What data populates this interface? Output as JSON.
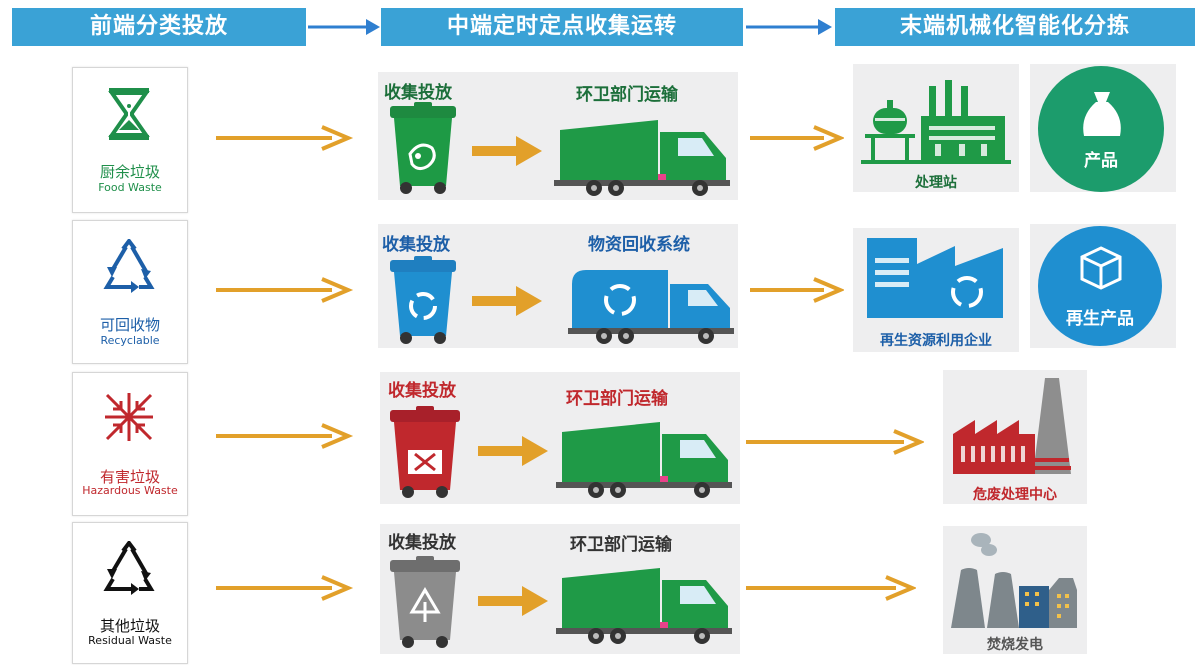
{
  "headers": {
    "stage1": "前端分类投放",
    "stage2": "中端定时定点收集运转",
    "stage3": "末端机械化智能化分拣"
  },
  "rows": [
    {
      "category_cn": "厨余垃圾",
      "category_en": "Food Waste",
      "collect_label": "收集投放",
      "transport_label": "环卫部门运输",
      "destination_label": "处理站",
      "product_label": "产品",
      "bin_color": "#1e9a45",
      "truck_color": "#1f9a47"
    },
    {
      "category_cn": "可回收物",
      "category_en": "Recyclable",
      "collect_label": "收集投放",
      "transport_label": "物资回收系统",
      "destination_label": "再生资源利用企业",
      "product_label": "再生产品",
      "bin_color": "#1f8fd0",
      "truck_color": "#1f8fd0"
    },
    {
      "category_cn": "有害垃圾",
      "category_en": "Hazardous Waste",
      "collect_label": "收集投放",
      "transport_label": "环卫部门运输",
      "destination_label": "危废处理中心",
      "bin_color": "#c0282d",
      "truck_color": "#1f9a47"
    },
    {
      "category_cn": "其他垃圾",
      "category_en": "Residual Waste",
      "collect_label": "收集投放",
      "transport_label": "环卫部门运输",
      "destination_label": "焚烧发电",
      "bin_color": "#8c8c8c",
      "truck_color": "#1f9a47"
    }
  ],
  "colors": {
    "header_bg": "#3aa2d6",
    "arrow_orange": "#e2a02a",
    "label_green": "#1c6f3a",
    "label_blue": "#1d5fa8",
    "label_red": "#c0282d"
  }
}
